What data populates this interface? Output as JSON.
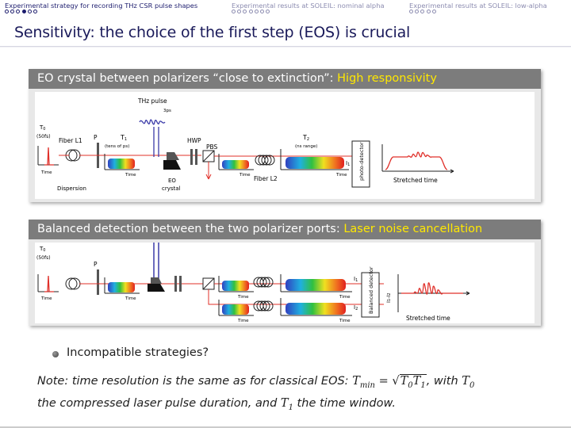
{
  "nav": {
    "sections": [
      {
        "title": "Experimental strategy for recording THz CSR pulse shapes",
        "dots": 6,
        "current": 3,
        "active": true
      },
      {
        "title": "Experimental results at SOLEIL: nominal alpha",
        "dots": 7,
        "current": -1,
        "active": false
      },
      {
        "title": "Experimental results at SOLEIL: low-alpha",
        "dots": 5,
        "current": -1,
        "active": false
      }
    ]
  },
  "frame": {
    "title": "Sensitivity: the choice of the first step (EOS) is crucial"
  },
  "block1": {
    "heading_main": "EO crystal between polarizers “close to extinction”:",
    "heading_highlight": "High responsivity",
    "labels": {
      "thz_pulse": "THz pulse",
      "ps3": "3ps",
      "t0": "T",
      "t0_sub": "0",
      "fs50": "(50fs)",
      "t1": "T",
      "t1_sub": "1",
      "tens_ps": "(tens of ps)",
      "t2": "T",
      "t2_sub": "2",
      "ns_range": "(ns range)",
      "fiber_l1": "Fiber L1",
      "p": "P",
      "hwp": "HWP",
      "pbs": "PBS",
      "i1": "I",
      "i1_sub": "1",
      "photo_det": "photo-detector",
      "time": "Time",
      "dispersion": "Dispersion",
      "eo_crystal_1": "EO",
      "eo_crystal_2": "crystal",
      "fiber_l2": "Fiber L2",
      "stretched_time": "Stretched time"
    }
  },
  "block2": {
    "heading_main": "Balanced detection between the two polarizer ports:",
    "heading_highlight": "Laser noise cancellation",
    "labels": {
      "t0": "T",
      "t0_sub": "0",
      "fs50": "(50fs)",
      "p": "P",
      "time": "Time",
      "i1": "I",
      "i1_sub": "1",
      "i2": "I",
      "i2_sub": "2",
      "balanced_det": "Balanced detector",
      "diff": "I",
      "diff_sub": "1",
      "diff_mid": "-I",
      "diff_sub2": "2",
      "stretched_time": "Stretched time"
    }
  },
  "bullet": {
    "text": "Incompatible strategies?"
  },
  "note": {
    "prefix": "Note: time resolution is the same as for classical EOS: ",
    "tmin": "T",
    "tmin_sub": "min",
    "eq": " = ",
    "t0": "T",
    "t0_sub": "0",
    "t1": "T",
    "t1_sub": "1",
    "mid": ", with ",
    "t0b": "T",
    "t0b_sub": "0",
    "line2_a": "the compressed laser pulse duration, and ",
    "t1b": "T",
    "t1b_sub": "1",
    "line2_b": " the time window."
  },
  "colors": {
    "header_text": "#1d1d6e",
    "block_head_bg": "#7c7c7c",
    "highlight": "#ffe800",
    "laser_red": "#e0302a",
    "thz_blue": "#3a3aa8"
  }
}
